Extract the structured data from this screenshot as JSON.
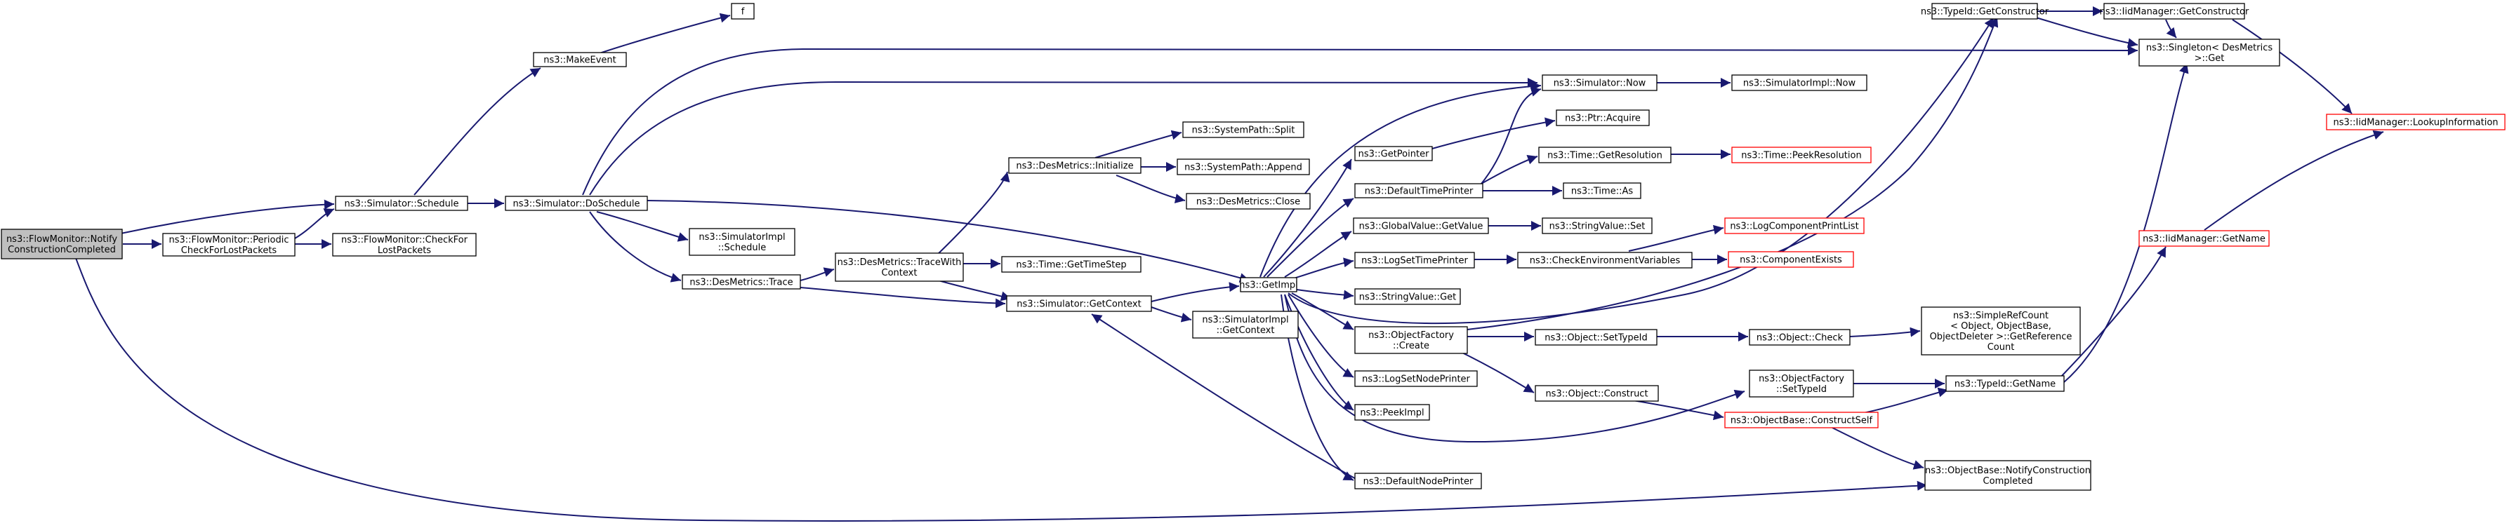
{
  "colors": {
    "edge": "#191970",
    "node_border": "#000000",
    "node_fill": "#ffffff",
    "root_fill": "#bfbfbf",
    "incomplete_border": "#ff0000"
  },
  "nodes": [
    {
      "id": "n_root",
      "label": [
        "ns3::FlowMonitor::Notify",
        "ConstructionCompleted"
      ],
      "style": "root"
    },
    {
      "id": "n_periodic",
      "label": [
        "ns3::FlowMonitor::Periodic",
        "CheckForLostPackets"
      ],
      "style": "normal"
    },
    {
      "id": "n_checklost",
      "label": [
        "ns3::FlowMonitor::CheckFor",
        "LostPackets"
      ],
      "style": "normal"
    },
    {
      "id": "n_schedule",
      "label": [
        "ns3::Simulator::Schedule"
      ],
      "style": "normal"
    },
    {
      "id": "n_makeevent",
      "label": [
        "ns3::MakeEvent"
      ],
      "style": "normal"
    },
    {
      "id": "n_f",
      "label": [
        "f"
      ],
      "style": "normal"
    },
    {
      "id": "n_doschedule",
      "label": [
        "ns3::Simulator::DoSchedule"
      ],
      "style": "normal"
    },
    {
      "id": "n_simimplsched",
      "label": [
        "ns3::SimulatorImpl",
        "::Schedule"
      ],
      "style": "normal"
    },
    {
      "id": "n_desmtrace",
      "label": [
        "ns3::DesMetrics::Trace"
      ],
      "style": "normal"
    },
    {
      "id": "n_tracewith",
      "label": [
        "ns3::DesMetrics::TraceWith",
        "Context"
      ],
      "style": "normal"
    },
    {
      "id": "n_desinit",
      "label": [
        "ns3::DesMetrics::Initialize"
      ],
      "style": "normal"
    },
    {
      "id": "n_split",
      "label": [
        "ns3::SystemPath::Split"
      ],
      "style": "normal"
    },
    {
      "id": "n_append",
      "label": [
        "ns3::SystemPath::Append"
      ],
      "style": "normal"
    },
    {
      "id": "n_desclose",
      "label": [
        "ns3::DesMetrics::Close"
      ],
      "style": "normal"
    },
    {
      "id": "n_gettimestep",
      "label": [
        "ns3::Time::GetTimeStep"
      ],
      "style": "normal"
    },
    {
      "id": "n_getcontext",
      "label": [
        "ns3::Simulator::GetContext"
      ],
      "style": "normal"
    },
    {
      "id": "n_simimplctx",
      "label": [
        "ns3::SimulatorImpl",
        "::GetContext"
      ],
      "style": "normal"
    },
    {
      "id": "n_getimpl",
      "label": [
        "ns3::GetImpl"
      ],
      "style": "normal"
    },
    {
      "id": "n_getpointer",
      "label": [
        "ns3::GetPointer"
      ],
      "style": "normal"
    },
    {
      "id": "n_deftimeprinter",
      "label": [
        "ns3::DefaultTimePrinter"
      ],
      "style": "normal"
    },
    {
      "id": "n_globalvalue",
      "label": [
        "ns3::GlobalValue::GetValue"
      ],
      "style": "normal"
    },
    {
      "id": "n_logsettime",
      "label": [
        "ns3::LogSetTimePrinter"
      ],
      "style": "normal"
    },
    {
      "id": "n_stringget",
      "label": [
        "ns3::StringValue::Get"
      ],
      "style": "normal"
    },
    {
      "id": "n_objfactcreate",
      "label": [
        "ns3::ObjectFactory",
        "::Create"
      ],
      "style": "normal"
    },
    {
      "id": "n_logsetnode",
      "label": [
        "ns3::LogSetNodePrinter"
      ],
      "style": "normal"
    },
    {
      "id": "n_peekimpl",
      "label": [
        "ns3::PeekImpl"
      ],
      "style": "normal"
    },
    {
      "id": "n_defnodeprinter",
      "label": [
        "ns3::DefaultNodePrinter"
      ],
      "style": "normal"
    },
    {
      "id": "n_simnow",
      "label": [
        "ns3::Simulator::Now"
      ],
      "style": "normal"
    },
    {
      "id": "n_simimplnow",
      "label": [
        "ns3::SimulatorImpl::Now"
      ],
      "style": "normal"
    },
    {
      "id": "n_ptracquire",
      "label": [
        "ns3::Ptr::Acquire"
      ],
      "style": "normal"
    },
    {
      "id": "n_getres",
      "label": [
        "ns3::Time::GetResolution"
      ],
      "style": "normal"
    },
    {
      "id": "n_peekres",
      "label": [
        "ns3::Time::PeekResolution"
      ],
      "style": "incomplete"
    },
    {
      "id": "n_timeas",
      "label": [
        "ns3::Time::As"
      ],
      "style": "normal"
    },
    {
      "id": "n_stringset",
      "label": [
        "ns3::StringValue::Set"
      ],
      "style": "normal"
    },
    {
      "id": "n_checkenv",
      "label": [
        "ns3::CheckEnvironmentVariables"
      ],
      "style": "normal"
    },
    {
      "id": "n_logcomplist",
      "label": [
        "ns3::LogComponentPrintList"
      ],
      "style": "incomplete"
    },
    {
      "id": "n_compexists",
      "label": [
        "ns3::ComponentExists"
      ],
      "style": "incomplete"
    },
    {
      "id": "n_objsettypeid",
      "label": [
        "ns3::Object::SetTypeId"
      ],
      "style": "normal"
    },
    {
      "id": "n_objcheck",
      "label": [
        "ns3::Object::Check"
      ],
      "style": "normal"
    },
    {
      "id": "n_simplerefcount",
      "label": [
        "ns3::SimpleRefCount",
        "< Object, ObjectBase,",
        "ObjectDeleter >::GetReference",
        "Count"
      ],
      "style": "normal"
    },
    {
      "id": "n_objconstruct",
      "label": [
        "ns3::Object::Construct"
      ],
      "style": "normal"
    },
    {
      "id": "n_objfactsettid",
      "label": [
        "ns3::ObjectFactory",
        "::SetTypeId"
      ],
      "style": "normal"
    },
    {
      "id": "n_constructself",
      "label": [
        "ns3::ObjectBase::ConstructSelf"
      ],
      "style": "incomplete"
    },
    {
      "id": "n_typeidgetname",
      "label": [
        "ns3::TypeId::GetName"
      ],
      "style": "normal"
    },
    {
      "id": "n_notifyconstr",
      "label": [
        "ns3::ObjectBase::NotifyConstruction",
        "Completed"
      ],
      "style": "normal"
    },
    {
      "id": "n_typeidgetctor",
      "label": [
        "ns3::TypeId::GetConstructor"
      ],
      "style": "normal"
    },
    {
      "id": "n_iidgetctor",
      "label": [
        "ns3::IidManager::GetConstructor"
      ],
      "style": "normal"
    },
    {
      "id": "n_singleton",
      "label": [
        "ns3::Singleton< DesMetrics",
        ">::Get"
      ],
      "style": "normal"
    },
    {
      "id": "n_lookupinfo",
      "label": [
        "ns3::IidManager::LookupInformation"
      ],
      "style": "incomplete"
    },
    {
      "id": "n_iidgetname",
      "label": [
        "ns3::IidManager::GetName"
      ],
      "style": "incomplete"
    }
  ]
}
